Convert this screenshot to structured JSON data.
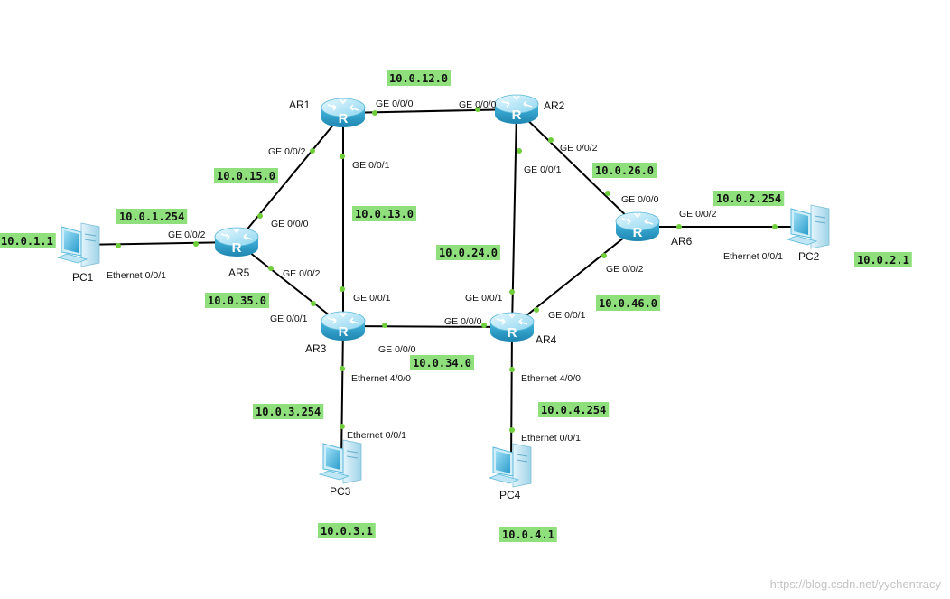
{
  "colors": {
    "link": "#000000",
    "port_dot": "#6fcf3a",
    "net_label_bg": "#8fe07d",
    "router_light": "#a9e6f7",
    "router_dark": "#2fa6cf",
    "pc_screen": "#6cc9ec",
    "watermark": "#c4c4c4"
  },
  "icons": {
    "router": "router-icon",
    "pc": "pc-icon"
  },
  "routers": [
    {
      "id": "AR1",
      "label": "AR1",
      "glyph": "R"
    },
    {
      "id": "AR2",
      "label": "AR2",
      "glyph": "R"
    },
    {
      "id": "AR3",
      "label": "AR3",
      "glyph": "R"
    },
    {
      "id": "AR4",
      "label": "AR4",
      "glyph": "R"
    },
    {
      "id": "AR5",
      "label": "AR5",
      "glyph": "R"
    },
    {
      "id": "AR6",
      "label": "AR6",
      "glyph": "R"
    }
  ],
  "pcs": [
    {
      "id": "PC1",
      "label": "PC1"
    },
    {
      "id": "PC2",
      "label": "PC2"
    },
    {
      "id": "PC3",
      "label": "PC3"
    },
    {
      "id": "PC4",
      "label": "PC4"
    }
  ],
  "links": [
    {
      "a": "AR1",
      "b": "AR2",
      "a_port": "GE 0/0/0",
      "b_port": "GE 0/0/0",
      "network": "10.0.12.0"
    },
    {
      "a": "AR1",
      "b": "AR3",
      "a_port": "GE 0/0/1",
      "b_port": "GE 0/0/1",
      "network": "10.0.13.0"
    },
    {
      "a": "AR1",
      "b": "AR5",
      "a_port": "GE 0/0/2",
      "b_port": "GE 0/0/0",
      "network": "10.0.15.0"
    },
    {
      "a": "AR2",
      "b": "AR4",
      "a_port": "GE 0/0/1",
      "b_port": "GE 0/0/1",
      "network": "10.0.24.0"
    },
    {
      "a": "AR2",
      "b": "AR6",
      "a_port": "GE 0/0/2",
      "b_port": "GE 0/0/0",
      "network": "10.0.26.0"
    },
    {
      "a": "AR3",
      "b": "AR4",
      "a_port": "GE 0/0/0",
      "b_port": "GE 0/0/0",
      "network": "10.0.34.0"
    },
    {
      "a": "AR3",
      "b": "AR5",
      "a_port": "GE 0/0/2",
      "b_port": "GE 0/0/1",
      "network": "10.0.35.0"
    },
    {
      "a": "AR4",
      "b": "AR6",
      "a_port": "GE 0/0/2",
      "b_port": "GE 0/0/1",
      "network": "10.0.46.0"
    },
    {
      "a": "AR5",
      "b": "PC1",
      "a_port": "GE 0/0/2",
      "b_port": "Ethernet 0/0/1",
      "network": "10.0.1.254"
    },
    {
      "a": "AR6",
      "b": "PC2",
      "a_port": "GE 0/0/2",
      "b_port": "Ethernet 0/0/1",
      "network": "10.0.2.254"
    },
    {
      "a": "AR3",
      "b": "PC3",
      "a_port": "Ethernet 4/0/0",
      "b_port": "Ethernet 0/0/1",
      "network": "10.0.3.254"
    },
    {
      "a": "AR4",
      "b": "PC4",
      "a_port": "Ethernet 4/0/0",
      "b_port": "Ethernet 0/0/1",
      "network": "10.0.4.254"
    }
  ],
  "host_addresses": [
    {
      "host": "PC1",
      "address": "10.0.1.1"
    },
    {
      "host": "PC2",
      "address": "10.0.2.1"
    },
    {
      "host": "PC3",
      "address": "10.0.3.1"
    },
    {
      "host": "PC4",
      "address": "10.0.4.1"
    }
  ],
  "watermark": "https://blog.csdn.net/yychentracy"
}
